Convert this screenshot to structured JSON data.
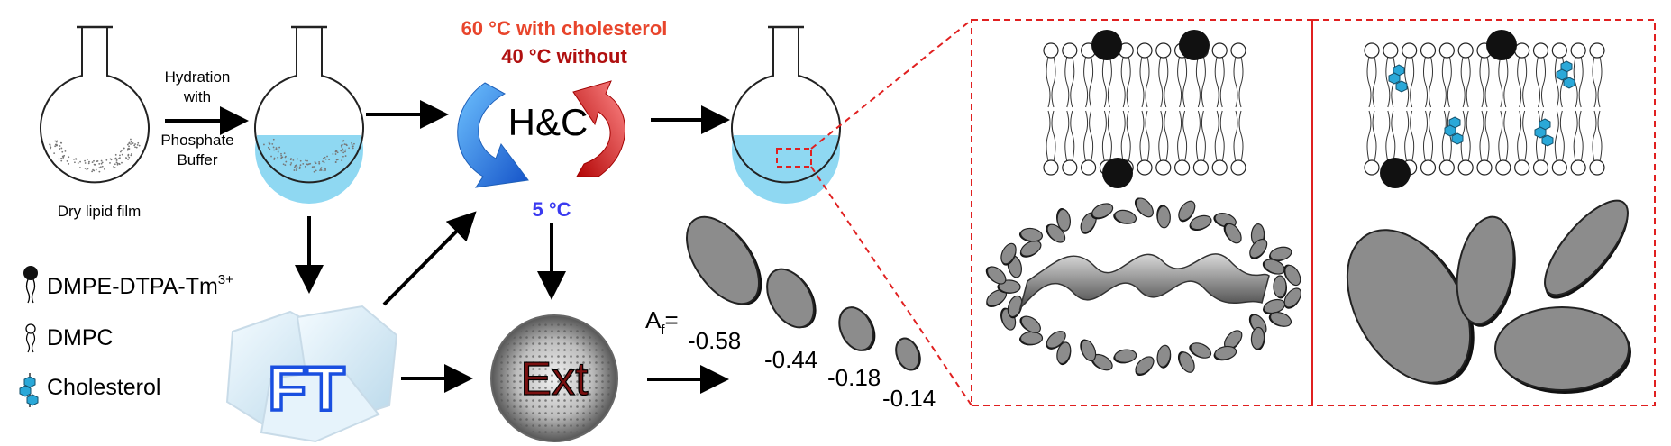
{
  "labels": {
    "dry_film": "Dry lipid film",
    "hydration_1": "Hydration",
    "hydration_2": "with",
    "hydration_3": "Phosphate",
    "hydration_4": "Buffer",
    "temp_high": "60 °C with cholesterol",
    "temp_mid": "40 °C without",
    "temp_low": "5 °C",
    "hc": "H&C",
    "ft": "FT",
    "ext": "Ext",
    "af_prefix": "A",
    "af_sub": "f",
    "af_eq": "="
  },
  "legend": [
    {
      "icon": "dmpe-lipid-icon",
      "text": "DMPE-DTPA-Tm",
      "sup": "3+"
    },
    {
      "icon": "dmpc-lipid-icon",
      "text": "DMPC",
      "sup": ""
    },
    {
      "icon": "cholesterol-icon",
      "text": "Cholesterol",
      "sup": ""
    }
  ],
  "af_values": [
    "-0.58",
    "-0.44",
    "-0.18",
    "-0.14"
  ],
  "colors": {
    "temp_high": "#e8452c",
    "temp_mid": "#b01010",
    "temp_low": "#3a3af0",
    "water": "#8fd8f2",
    "dashed_box": "#e02020",
    "hc_blue": "#2a7fe0",
    "hc_red": "#d42020",
    "ft_blue": "#1a4fe0",
    "ext_text": "#7a1010",
    "cholesterol": "#2aa8d8"
  }
}
